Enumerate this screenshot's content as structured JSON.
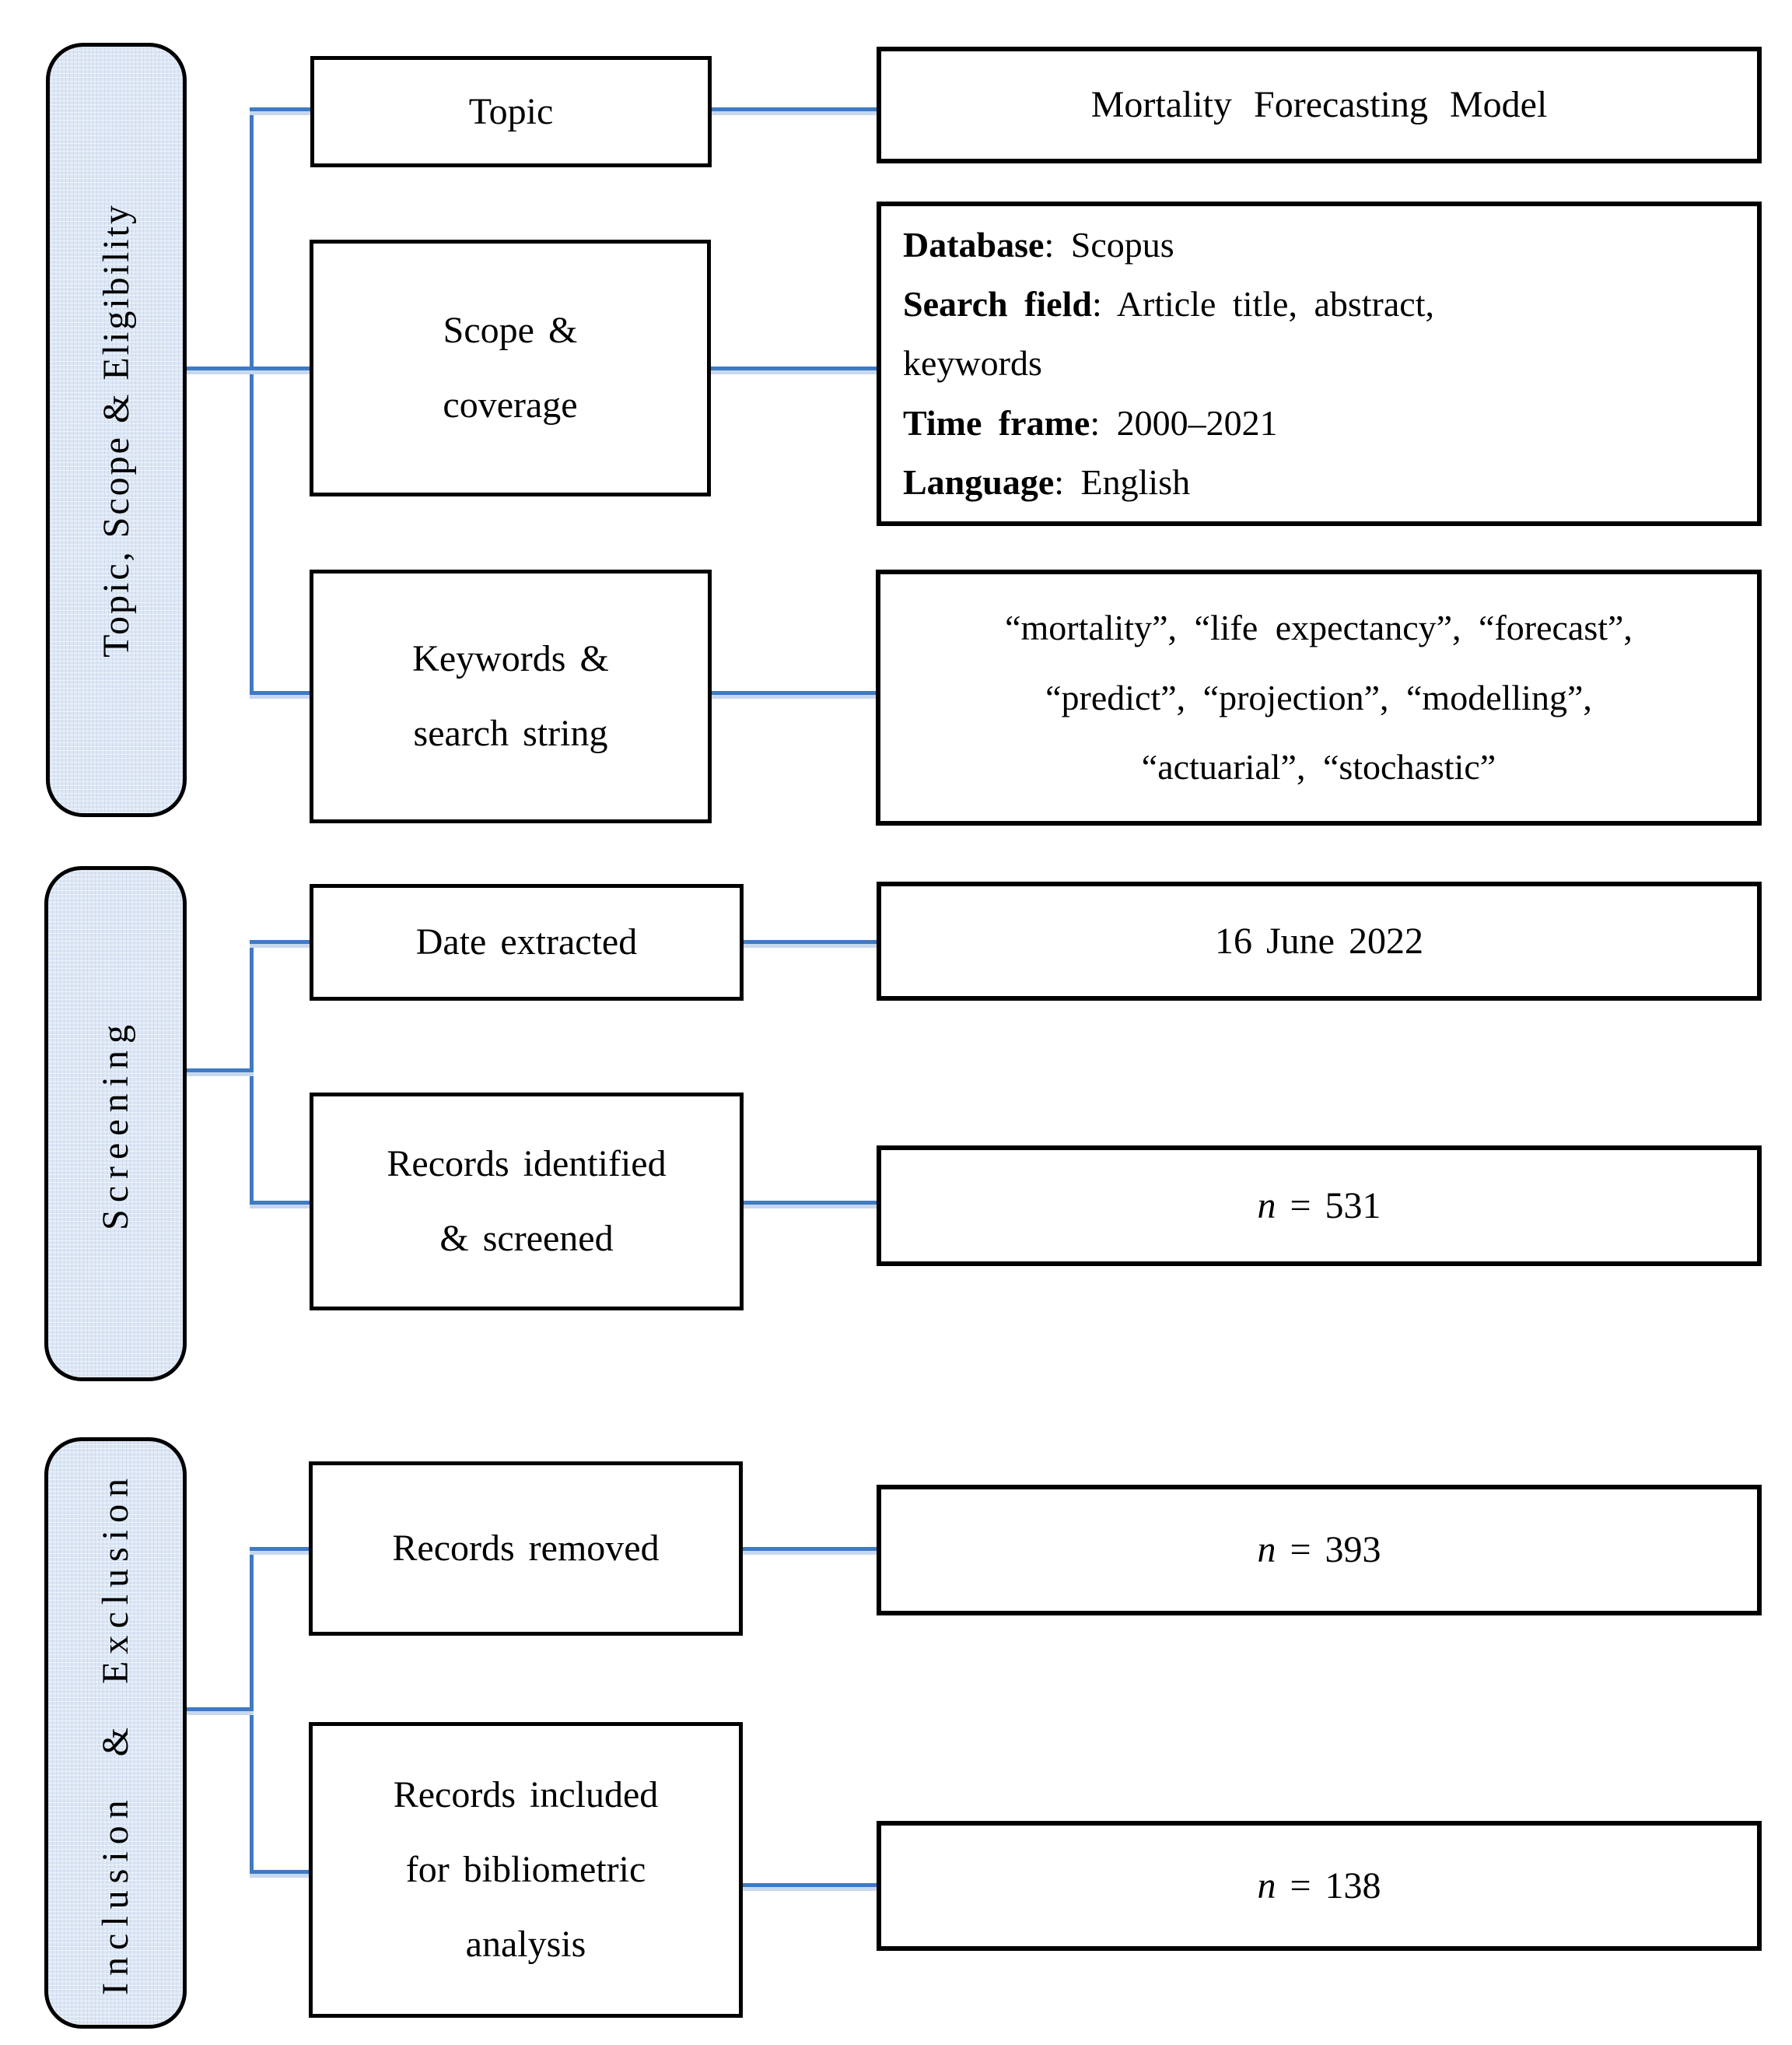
{
  "palette": {
    "connector_blue": "#3f7ac2",
    "sidebar_fill": "#dde7f4",
    "border_black": "#000000",
    "box_fill": "#ffffff"
  },
  "sections": [
    {
      "label": "Topic, Scope & Eligibility",
      "rows": [
        {
          "source_lines": [
            "Topic"
          ],
          "target_text": "Mortality Forecasting Model"
        },
        {
          "source_lines": [
            "Scope &",
            "coverage"
          ],
          "target_fields": [
            {
              "label": "Database",
              "rest": ": Scopus"
            },
            {
              "label": "Search field",
              "rest": ": Article title, abstract,"
            },
            {
              "label": "",
              "rest": "keywords"
            },
            {
              "label": "Time frame",
              "rest": ": 2000–2021"
            },
            {
              "label": "Language",
              "rest": ": English"
            }
          ]
        },
        {
          "source_lines": [
            "Keywords &",
            "search string"
          ],
          "target_lines": [
            "“mortality”, “life expectancy”, “forecast”,",
            "“predict”, “projection”, “modelling”,",
            "“actuarial”, “stochastic”"
          ]
        }
      ]
    },
    {
      "label": "Screening",
      "rows": [
        {
          "source_lines": [
            "Date extracted"
          ],
          "target_text": "16 June 2022"
        },
        {
          "source_lines": [
            "Records identified",
            "& screened"
          ],
          "target_var": "n",
          "target_rest": " = 531"
        }
      ]
    },
    {
      "label": "Inclusion  & Exclusion",
      "rows": [
        {
          "source_lines": [
            "Records removed"
          ],
          "target_var": "n",
          "target_rest": " = 393"
        },
        {
          "source_lines": [
            "Records included",
            "for bibliometric",
            "analysis"
          ],
          "target_var": "n",
          "target_rest": " = 138"
        }
      ]
    }
  ]
}
